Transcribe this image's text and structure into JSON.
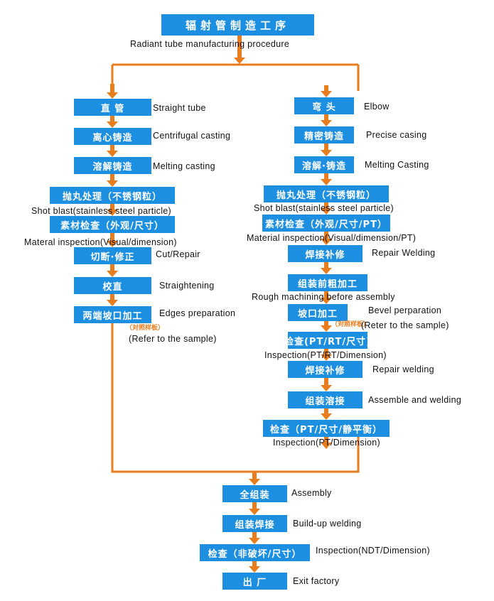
{
  "colors": {
    "box": "#1c8fe0",
    "arrow": "#e87d1e",
    "text": "#111111"
  },
  "title": {
    "zh": "辐射管制造工序",
    "en": "Radiant tube manufacturing procedure"
  },
  "left_branch": [
    {
      "zh": "直  管",
      "en": "Straight tube"
    },
    {
      "zh": "离心铸造",
      "en": "Centrifugal casting"
    },
    {
      "zh": "溶解铸造",
      "en": "Melting casting"
    },
    {
      "zh": "抛丸处理（不锈钢粒）",
      "en": "Shot blast(stainless steel particle)"
    },
    {
      "zh": "素材检查（外观/尺寸）",
      "en": "Materal inspection(Visual/dimension)"
    },
    {
      "zh": "切断·修正",
      "en": "Cut/Repair"
    },
    {
      "zh": "校直",
      "en": "Straightening"
    },
    {
      "zh": "两端坡口加工",
      "en": "Edges preparation",
      "note_zh": "（对照样板）",
      "note_en": "(Refer to the sample)"
    }
  ],
  "right_branch": [
    {
      "zh": "弯  头",
      "en": "Elbow"
    },
    {
      "zh": "精密铸造",
      "en": "Precise casing"
    },
    {
      "zh": "溶解·铸造",
      "en": "Melting Casting"
    },
    {
      "zh": "抛丸处理（不锈钢粒）",
      "en": "Shot blast(stainless steel particle)"
    },
    {
      "zh": "素材检查（外观/尺寸/PT）",
      "en": "Material inspection(Visual/dimension/PT)"
    },
    {
      "zh": "焊接补修",
      "en": "Repair Welding"
    },
    {
      "zh": "组装前粗加工",
      "en": "Rough machining before assembly"
    },
    {
      "zh": "坡口加工",
      "en": "Bevel perparation",
      "note_zh": "（对照样板）",
      "note_en": "(Reter to the sample)"
    },
    {
      "zh": "检查(PT/RT/尺寸)",
      "en": "Inspection(PT/RT/Dimension)"
    },
    {
      "zh": "焊接补修",
      "en": "Repair welding"
    },
    {
      "zh": "组装溶接",
      "en": "Assemble and welding"
    },
    {
      "zh": "检查（PT/尺寸/静平衡）",
      "en": "Inspection(PT/Dimension)"
    }
  ],
  "final_steps": [
    {
      "zh": "全组装",
      "en": "Assembly"
    },
    {
      "zh": "组装焊接",
      "en": "Build-up welding"
    },
    {
      "zh": "检查（非破坏/尺寸）",
      "en": "Inspection(NDT/Dimension)"
    },
    {
      "zh": "出  厂",
      "en": "Exit  factory"
    }
  ]
}
